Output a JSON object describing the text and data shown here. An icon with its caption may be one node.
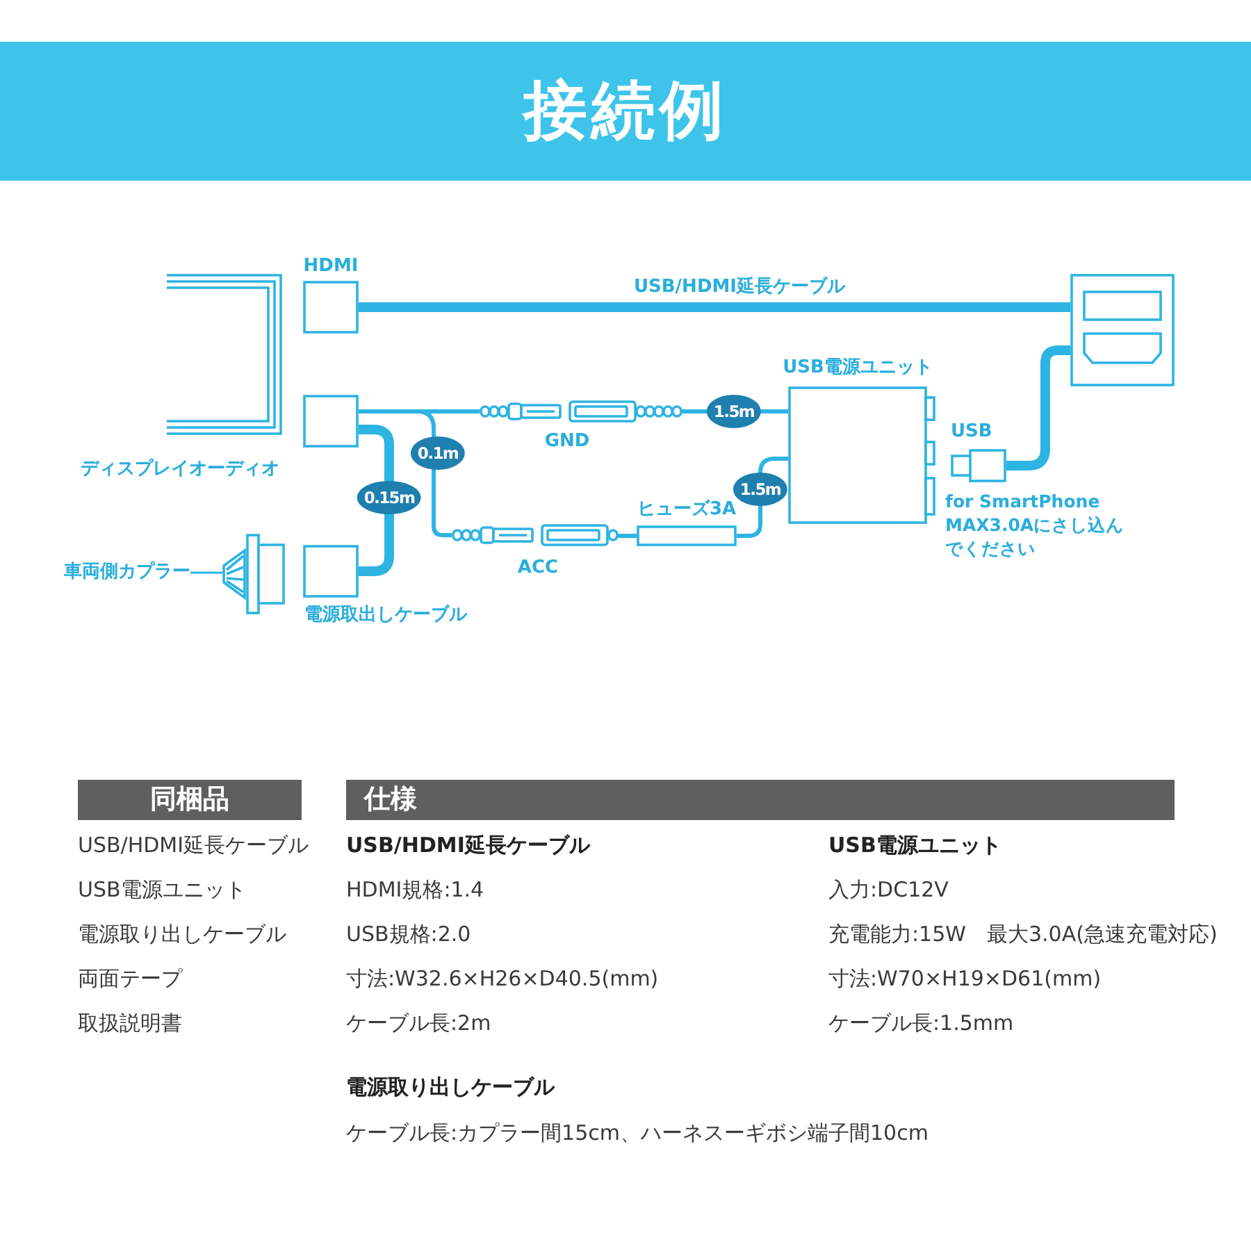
{
  "diagram": {
    "title": "接続例",
    "nodes": [
      {
        "text": [
          "ディスプレイオーディオ"
        ]
      },
      {
        "text": [
          "HDMI"
        ]
      },
      {
        "text": [],
        "shape": "box"
      },
      {
        "text": [],
        "shape": "box"
      },
      {
        "text": [
          "車両側カプラー"
        ]
      },
      {
        "text": [],
        "shape": "picture"
      },
      {
        "text": [
          "GND"
        ]
      },
      {
        "text": [
          "ACC"
        ]
      },
      {
        "text": [
          "ヒューズ3A"
        ]
      },
      {
        "text": [
          "USB電源ユニット"
        ]
      },
      {
        "text": [
          "USB"
        ],
        "beside": [
          "for SmartPhone MAX3.0Aにさし込んでください"
        ]
      },
      {
        "text": [],
        "shape": "box"
      }
    ],
    "edges": [
      {
        "from": 1,
        "to": 11,
        "arrow": "none",
        "label": "USB/HDMI延長ケーブル",
        "style": "thick"
      },
      {
        "from": 2,
        "to": 6,
        "arrow": "none"
      },
      {
        "from": 2,
        "to": 7,
        "arrow": "none",
        "label": "0.1m"
      },
      {
        "from": 2,
        "to": 3,
        "arrow": "none",
        "label": "0.15m",
        "style": "thick"
      },
      {
        "from": 6,
        "to": 9,
        "arrow": "none",
        "label": "1.5m"
      },
      {
        "from": 7,
        "to": 8,
        "arrow": "none"
      },
      {
        "from": 8,
        "to": 9,
        "arrow": "none",
        "label": "1.5m"
      },
      {
        "from": 10,
        "to": 11,
        "arrow": "none",
        "style": "thick"
      },
      {
        "from": 4,
        "to": 5,
        "arrow": "none"
      }
    ],
    "labels": [
      "電源取出しケーブル",
      "同梱品",
      "仕様",
      "USB/HDMI延長ケーブル",
      "USB/HDMI延長ケーブル",
      "USB電源ユニット",
      "USB電源ユニット",
      "HDMI規格:1.4",
      "入力:DC12V",
      "電源取り出しケーブル",
      "USB規格:2.0",
      "充電能力:15W　最大3.0A(急速充電対応)",
      "両面テープ",
      "寸法:W32.6×H26×D40.5(mm)",
      "寸法:W70×H19×D61(mm)",
      "取扱説明書",
      "ケーブル長:2m",
      "ケーブル長:1.5mm",
      "電源取り出しケーブル",
      "ケーブル長:カプラー間15cm、ハーネスーギボシ端子間10cm"
    ]
  }
}
